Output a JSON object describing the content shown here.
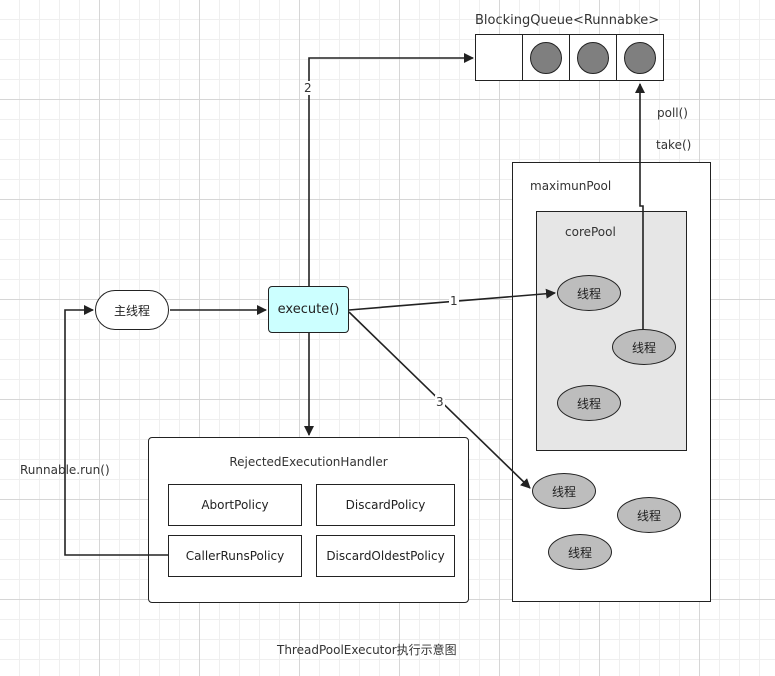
{
  "queue": {
    "label": "BlockingQueue<Runnabke>"
  },
  "labels": {
    "poll": "poll()",
    "take": "take()",
    "runnable_run": "Runnable.run()",
    "edge_1": "1",
    "edge_2": "2",
    "edge_3": "3"
  },
  "nodes": {
    "main_thread": "主线程",
    "execute": "execute()"
  },
  "maximum_pool": {
    "label": "maximunPool"
  },
  "core_pool": {
    "label": "corePool"
  },
  "threads": {
    "core_1": "线程",
    "core_2": "线程",
    "core_3": "线程",
    "max_1": "线程",
    "max_2": "线程",
    "max_3": "线程"
  },
  "handler": {
    "title": "RejectedExecutionHandler",
    "policies": [
      "AbortPolicy",
      "DiscardPolicy",
      "CallerRunsPolicy",
      "DiscardOldestPolicy"
    ]
  },
  "caption": "ThreadPoolExecutor执行示意图"
}
